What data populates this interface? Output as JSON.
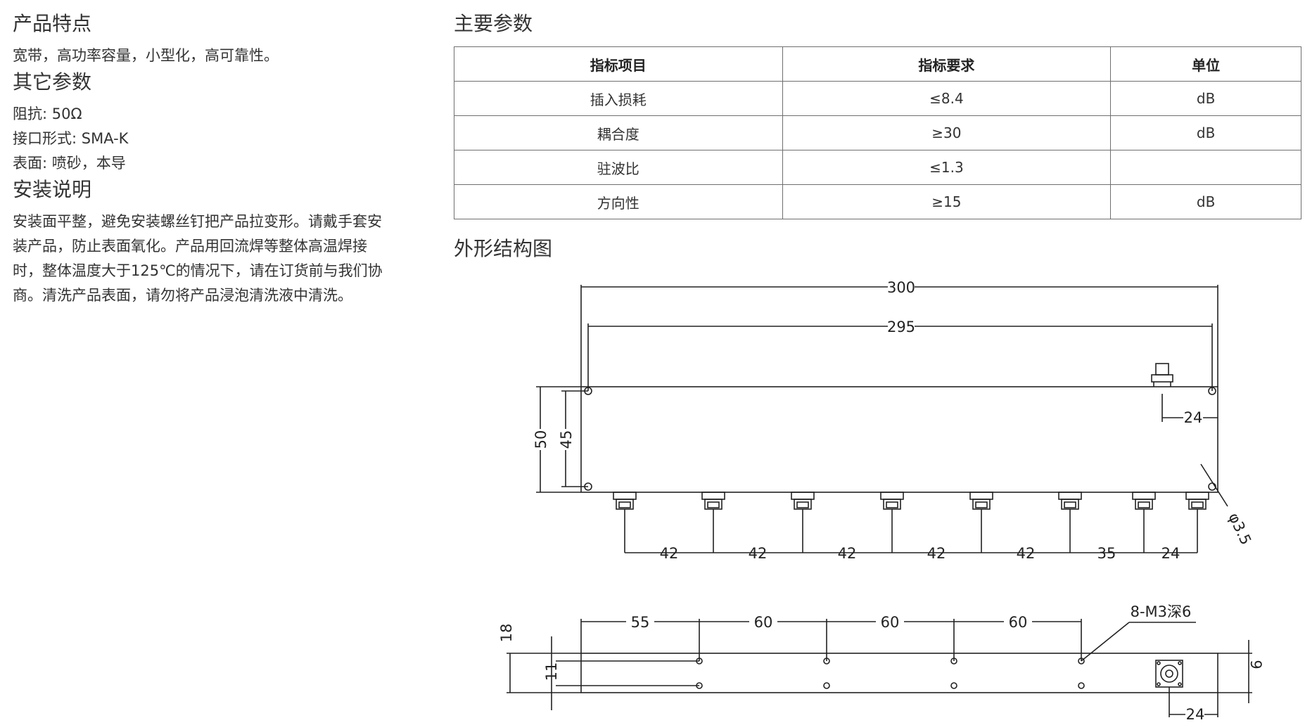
{
  "features": {
    "heading": "产品特点",
    "text": "宽带，高功率容量，小型化，高可靠性。"
  },
  "other_params": {
    "heading": "其它参数",
    "lines": [
      "阻抗: 50Ω",
      "接口形式: SMA-K",
      "表面: 喷砂，本导"
    ]
  },
  "install": {
    "heading": "安装说明",
    "lines": [
      "安装面平整，避免安装螺丝钉把产品拉变形。请戴手套安",
      "装产品，防止表面氧化。产品用回流焊等整体高温焊接",
      "时，整体温度大于125℃的情况下，请在订货前与我们协",
      "商。清洗产品表面，请勿将产品浸泡清洗液中清洗。"
    ]
  },
  "main_params": {
    "heading": "主要参数",
    "headers": [
      "指标项目",
      "指标要求",
      "单位"
    ],
    "rows": [
      [
        "插入损耗",
        "≤8.4",
        "dB"
      ],
      [
        "耦合度",
        "≥30",
        "dB"
      ],
      [
        "驻波比",
        "≤1.3",
        ""
      ],
      [
        "方向性",
        "≥15",
        "dB"
      ]
    ]
  },
  "outline": {
    "heading": "外形结构图",
    "dims": {
      "overall_length": "300",
      "hole_spacing": "295",
      "height": "50",
      "hole_height": "45",
      "right_offset": "24",
      "hole_dia": "φ3.5",
      "port_spacings": [
        "42",
        "42",
        "42",
        "42",
        "42",
        "35",
        "24"
      ],
      "bottom_spacings": [
        "55",
        "60",
        "60",
        "60"
      ],
      "thread_note": "8-M3深6",
      "side_height": "18",
      "side_hole": "11",
      "side_right": "9",
      "side_offset": "24"
    }
  }
}
